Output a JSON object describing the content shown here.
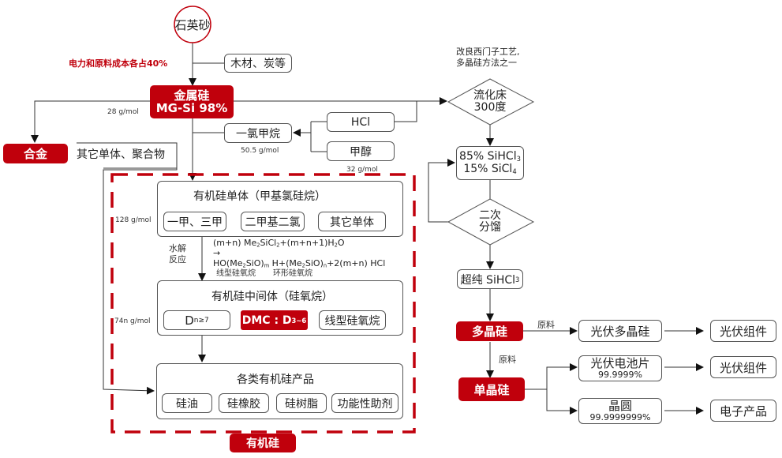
{
  "colors": {
    "accent_red": "#c0000c",
    "line": "#333333",
    "box_border": "#555555"
  },
  "top": {
    "quartz_sand": "石英砂",
    "cost_note": "电力和原料成本各占40%",
    "wood_carbon": "木材、炭等",
    "metal_silicon_title": "金属硅",
    "metal_silicon_grade": "MG-Si 98%",
    "mg_si_molar": "28 g/mol",
    "alloy": "合金",
    "other_monomers_polymers": "其它单体、聚合物",
    "methyl_chloride": "一氯甲烷",
    "methyl_chloride_molar": "50.5 g/mol",
    "hcl": "HCl",
    "methanol": "甲醇",
    "methanol_molar": "32 g/mol"
  },
  "organosilicon": {
    "label": "有机硅",
    "monomer": {
      "title": "有机硅单体（甲基氯硅烷）",
      "molar": "128 g/mol",
      "items": [
        "一甲、三甲",
        "二甲基二氯",
        "其它单体"
      ]
    },
    "reaction": {
      "label_line1": "水解",
      "label_line2": "反应",
      "eq_line1_pre": "(m+n) Me",
      "eq_line1_mid": "SiCl",
      "eq_line1_post": "+(m+n+1)H",
      "eq_line1_end": "O",
      "arrow": "→",
      "eq_line2_a": "HO(Me",
      "eq_line2_b": "SiO)",
      "eq_line2_c": " H+(Me",
      "eq_line2_d": "SiO)",
      "eq_line2_e": "+2(m+n) HCl",
      "sub2": "2",
      "sub_m": "m",
      "sub_n": "n",
      "linear_label": "线型硅氧烷",
      "cyclic_label": "环形硅氧烷"
    },
    "intermediate": {
      "title": "有机硅中间体（硅氧烷）",
      "molar": "74n g/mol",
      "d_main": "D",
      "d_sub": "n≥7",
      "dmc_main": "DMC : D",
      "dmc_sub": "3~6",
      "linear": "线型硅氧烷"
    },
    "products": {
      "title": "各类有机硅产品",
      "items": [
        "硅油",
        "硅橡胶",
        "硅树脂",
        "功能性助剂"
      ]
    }
  },
  "polysilicon": {
    "note_line1": "改良西门子工艺,",
    "note_line2": "多晶硅方法之一",
    "fluid_bed_line1": "流化床",
    "fluid_bed_line2": "300度",
    "mix_line1": "85% SiHCl",
    "mix_line1_sub": "3",
    "mix_line2": "15% SiCl",
    "mix_line2_sub": "4",
    "distill_line1": "二次",
    "distill_line2": "分馏",
    "ultra_pure": "超纯 SiHCl",
    "ultra_pure_sub": "3",
    "poly_si": "多晶硅",
    "raw_material_1": "原料",
    "raw_material_2": "原料",
    "pv_poly": "光伏多晶硅",
    "pv_module_1": "光伏组件",
    "mono_si": "单晶硅",
    "pv_cell": "光伏电池片",
    "pv_cell_purity": "99.9999%",
    "pv_module_2": "光伏组件",
    "wafer": "晶圆",
    "wafer_purity": "99.9999999%",
    "electronics": "电子产品"
  }
}
